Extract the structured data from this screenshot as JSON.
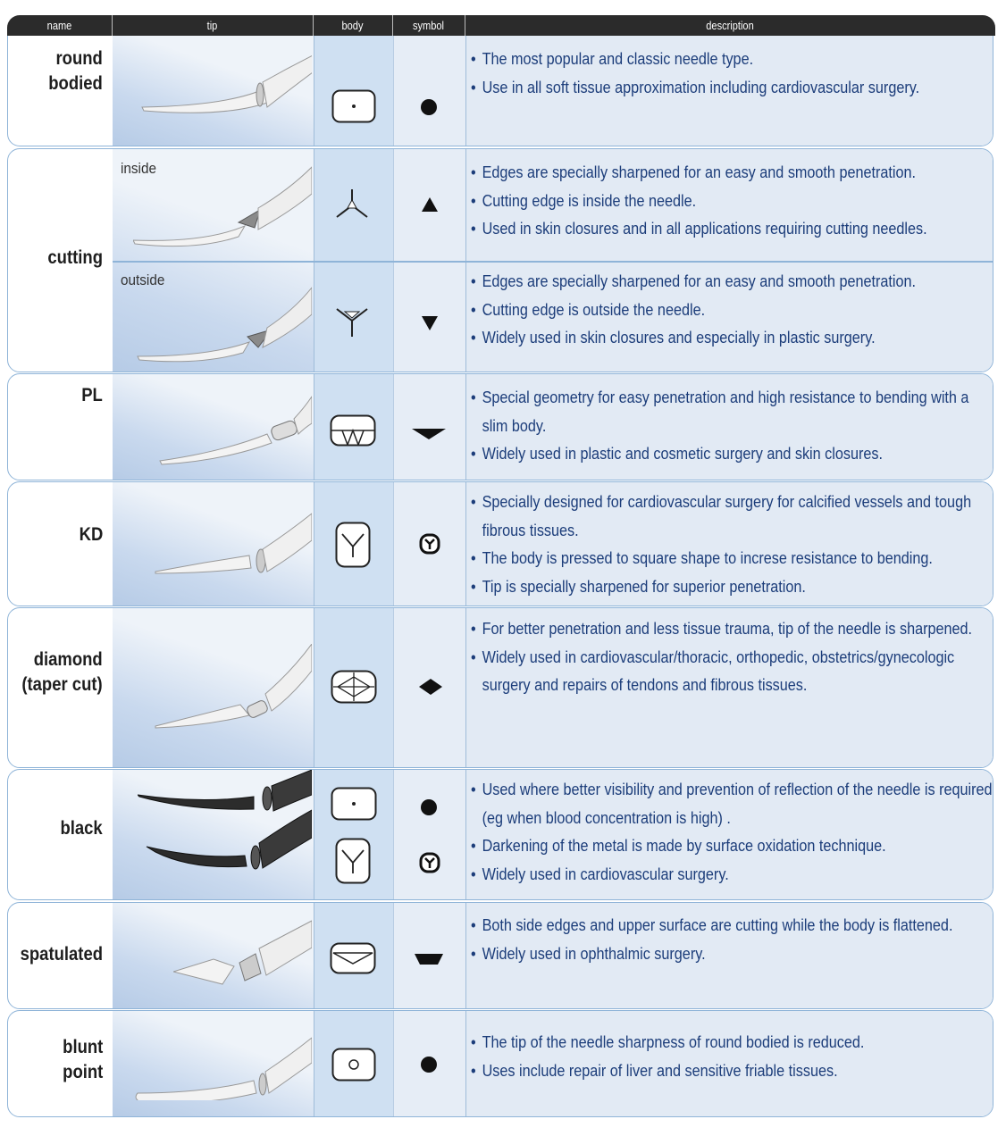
{
  "header": {
    "name": "name",
    "tip": "tip",
    "body": "body",
    "symbol": "symbol",
    "description": "description"
  },
  "rows": [
    {
      "name": "round\nbodied",
      "desc": [
        "The most popular and classic needle type.",
        "Use in all soft tissue approximation including cardiovascular surgery."
      ]
    },
    {
      "name": "cutting",
      "sub": [
        {
          "label": "inside",
          "desc": [
            "Edges are specially sharpened for an easy and smooth penetration.",
            "Cutting edge is inside the needle.",
            "Used in skin closures and in all applications requiring cutting needles."
          ]
        },
        {
          "label": "outside",
          "desc": [
            "Edges are specially sharpened for an easy and smooth penetration.",
            "Cutting edge is outside the needle.",
            "Widely used in skin closures and especially in plastic surgery."
          ]
        }
      ]
    },
    {
      "name": "PL",
      "desc": [
        "Special geometry for easy penetration and high resistance to bending with a slim body.",
        "Widely used in plastic and cosmetic surgery and skin closures."
      ]
    },
    {
      "name": "KD",
      "desc": [
        "Specially designed for cardiovascular surgery for calcified vessels and tough fibrous tissues.",
        "The body is pressed to square shape to increse resistance to bending.",
        "Tip is specially sharpened for superior penetration."
      ]
    },
    {
      "name": "diamond\n(taper cut)",
      "desc": [
        "For better penetration and less tissue trauma, tip of the needle is sharpened.",
        "Widely used in cardiovascular/thoracic, orthopedic, obstetrics/gynecologic surgery and repairs of tendons and fibrous tissues."
      ]
    },
    {
      "name": "black",
      "desc": [
        "Used where better visibility and prevention of reflection of the needle is required (eg when blood concentration is high) .",
        "Darkening of the metal is made by surface oxidation technique.",
        "Widely used in cardiovascular surgery."
      ]
    },
    {
      "name": "spatulated",
      "desc": [
        "Both side edges and upper surface are cutting while the body is flattened.",
        "Widely used in ophthalmic surgery."
      ]
    },
    {
      "name": "blunt\npoint",
      "desc": [
        "The tip of the needle sharpness of round bodied is reduced.",
        "Uses include repair of liver  and sensitive friable tissues."
      ]
    }
  ],
  "colors": {
    "header": "#2b2b2b",
    "border": "#8fb4d8",
    "text": "#1c3d7a",
    "body_column": "#cfe0f2"
  }
}
